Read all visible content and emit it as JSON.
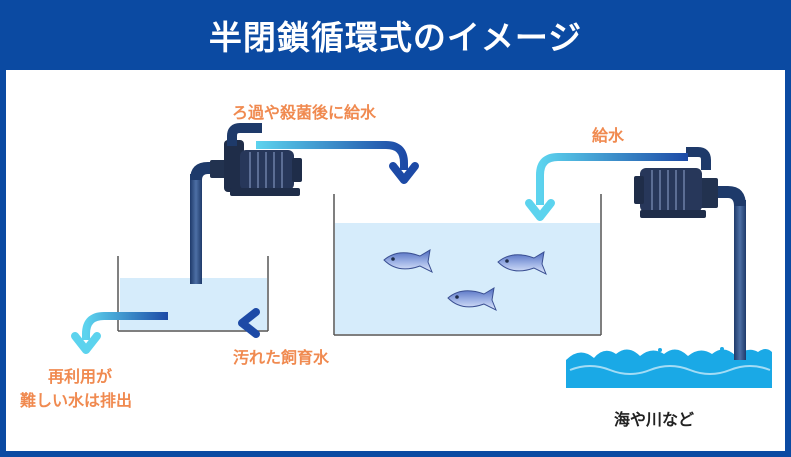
{
  "title": "半閉鎖循環式のイメージ",
  "labels": {
    "top_flow": "ろ過や殺菌後に給水",
    "right_flow": "給水",
    "middle_flow": "汚れた飼育水",
    "reuse_line1": "再利用が",
    "reuse_line2": "難しい水は排出",
    "source": "海や川など"
  },
  "colors": {
    "background": "#0b4aa2",
    "label_orange": "#f08a50",
    "arrow_light": "#5cd3ee",
    "arrow_dark": "#1d4aa6",
    "water_tank": "#d6ecfb",
    "sea": "#1aa9e6"
  },
  "icons": [
    "pump-icon",
    "pump-icon",
    "fish-icon",
    "fish-icon",
    "fish-icon",
    "wave-icon"
  ]
}
